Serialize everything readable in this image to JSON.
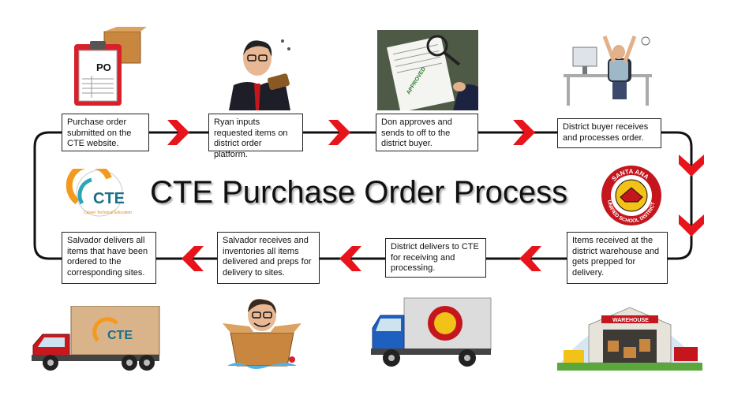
{
  "title": "CTE Purchase Order Process",
  "steps": [
    "Purchase order submitted on the CTE website.",
    "Ryan inputs requested items on district order platform.",
    "Don approves and sends to off to the district buyer.",
    "District buyer receives and processes order.",
    "Items received at the district warehouse and gets prepped for delivery.",
    "District delivers to CTE for receiving and processing.",
    "Salvador receives and inventories all items delivered and preps for delivery to sites.",
    "Salvador delivers all items that have been ordered to the corresponding sites."
  ],
  "labels": {
    "po": "PO",
    "approved": "APPROVED",
    "cte": "CTE",
    "cte_tagline": "Career Technical Education",
    "district_line1": "SANTA ANA",
    "district_line2": "UNIFIED SCHOOL DISTRICT",
    "warehouse": "WAREHOUSE"
  },
  "colors": {
    "arrow": "#e8141c",
    "line": "#111111",
    "cte_orange": "#f39a1e",
    "cte_teal": "#2aa6b8",
    "district_red": "#c4161c",
    "district_gold": "#f2c218"
  }
}
